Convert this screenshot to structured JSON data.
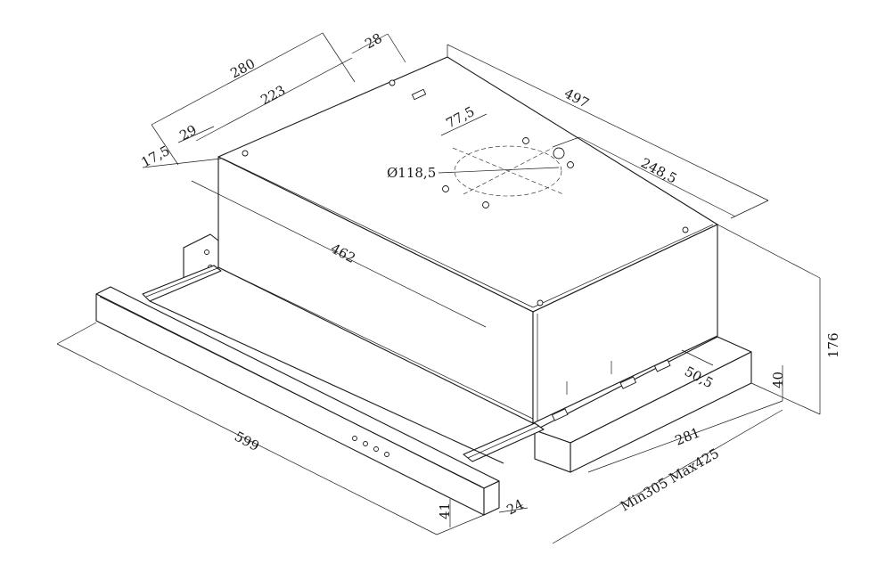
{
  "diagram": {
    "dimensions": {
      "d280": "280",
      "d28": "28",
      "d223": "223",
      "d29": "29",
      "d17_5": "17,5",
      "d497": "497",
      "d77_5": "77,5",
      "d118_5": "Ø118,5",
      "d248_5": "248,5",
      "d462": "462",
      "d176": "176",
      "d50_5": "50,5",
      "d40": "40",
      "d281": "281",
      "d599": "599",
      "d41": "41",
      "d24": "24",
      "dminmax": "Min305 Max425"
    },
    "colors": {
      "line": "#1a1a1a",
      "background": "#ffffff"
    }
  }
}
